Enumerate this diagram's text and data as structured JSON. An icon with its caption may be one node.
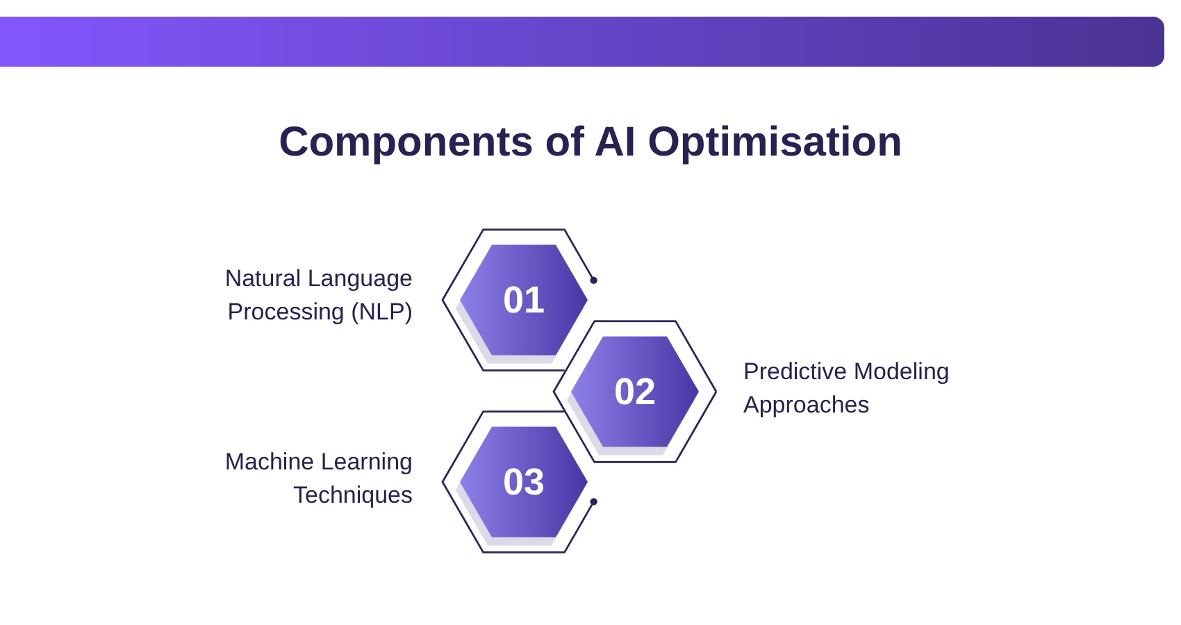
{
  "diagram": {
    "title": "Components of AI Optimisation",
    "nodes": [
      {
        "text": [
          "01"
        ],
        "beside": [
          "Natural Language Processing (NLP)"
        ]
      },
      {
        "text": [
          "02"
        ],
        "beside": [
          "Predictive Modeling Approaches"
        ]
      },
      {
        "text": [
          "03"
        ],
        "beside": [
          "Machine Learning Techniques"
        ]
      }
    ]
  }
}
